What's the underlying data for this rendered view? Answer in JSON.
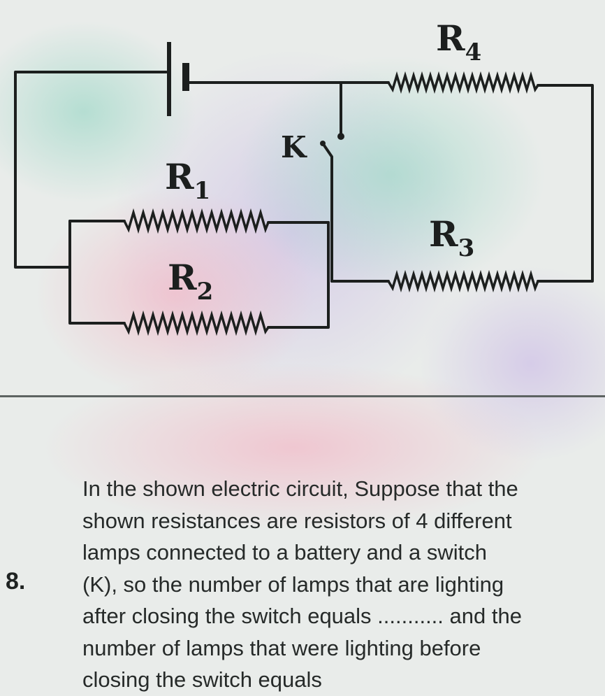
{
  "diagram": {
    "resistor_labels": [
      {
        "letter": "R",
        "sub": "4"
      },
      {
        "letter": "R",
        "sub": "1"
      },
      {
        "letter": "R",
        "sub": "3"
      },
      {
        "letter": "R",
        "sub": "2"
      }
    ],
    "switch_label": "K",
    "wire_color": "#1c1f1e"
  },
  "question": {
    "number": "8.",
    "lines": [
      "In the shown electric circuit, Suppose that the",
      "shown resistances are resistors of 4 different",
      "lamps connected to a battery and a switch",
      "(K), so the number of lamps that are lighting",
      "after closing the switch equals ........... and the",
      "number of lamps that were lighting before",
      "closing the switch equals"
    ]
  }
}
